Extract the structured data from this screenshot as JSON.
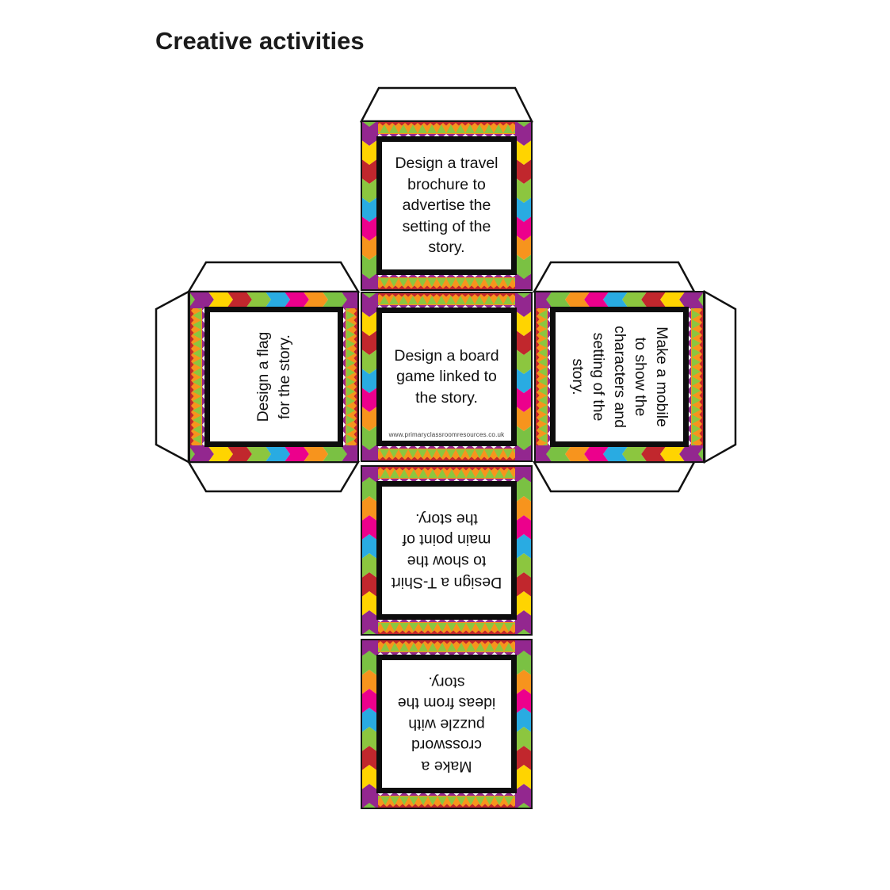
{
  "page": {
    "title": "Creative activities",
    "background_color": "#ffffff",
    "title_color": "#1b1b1b"
  },
  "palette": {
    "orange": "#F7941D",
    "green": "#8CC63F",
    "purple": "#93278F",
    "yellow": "#FFD400",
    "red": "#C1272D",
    "cyan": "#29ABE2",
    "magenta": "#EC008C",
    "frame_black": "#0d0d0d"
  },
  "net": {
    "type": "cube-net",
    "glue_flap_count": 7,
    "faces": [
      {
        "id": "top",
        "activity": "Design a travel\nbrochure to\nadvertise the\nsetting of the\nstory.",
        "rotation_deg": 0
      },
      {
        "id": "left",
        "activity": "Design a flag\nfor the story.",
        "rotation_deg": -90
      },
      {
        "id": "center",
        "activity": "Design a board\ngame linked to\nthe story.",
        "rotation_deg": 0,
        "watermark": "www.primaryclassroomresources.co.uk"
      },
      {
        "id": "right",
        "activity": "Make a mobile\nto show the\ncharacters and\nsetting of the\nstory.",
        "rotation_deg": 90
      },
      {
        "id": "lower",
        "activity": "Design a T-Shirt\nto show the\nmain point of\nthe story.",
        "rotation_deg": 180
      },
      {
        "id": "bottom",
        "activity": "Make a\ncrossword\npuzzle with\nideas from the\nstory.",
        "rotation_deg": 180
      }
    ]
  }
}
